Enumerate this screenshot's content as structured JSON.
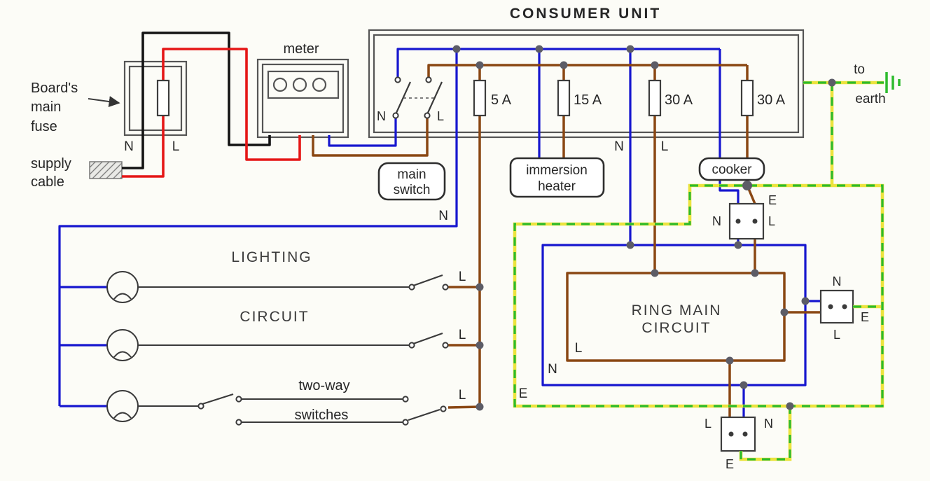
{
  "diagram_title": "CONSUMER UNIT",
  "supply": {
    "board_fuse": [
      "Board's",
      "main",
      "fuse"
    ],
    "cable": [
      "supply",
      "cable"
    ],
    "n": "N",
    "l": "L",
    "meter": "meter"
  },
  "unit": {
    "switch_n": "N",
    "switch_l": "L",
    "fuses": [
      "5 A",
      "15 A",
      "30 A",
      "30 A"
    ],
    "tag_main_switch": [
      "main",
      "switch"
    ],
    "tag_immersion": [
      "immersion",
      "heater"
    ],
    "tag_cooker": "cooker",
    "feed_n": "N",
    "feed_l": "L",
    "lighting_n": "N"
  },
  "earth": {
    "to": "to",
    "earth": "earth"
  },
  "lighting": {
    "title": [
      "LIGHTING",
      "CIRCUIT"
    ],
    "two_way": [
      "two-way",
      "switches"
    ],
    "l": [
      "L",
      "L",
      "L"
    ]
  },
  "ring": {
    "title": [
      "RING MAIN",
      "CIRCUIT"
    ],
    "l": "L",
    "n": "N",
    "e": "E",
    "socket_top": {
      "e": "E",
      "n": "N",
      "l": "L"
    },
    "socket_right": {
      "n": "N",
      "e": "E",
      "l": "L"
    },
    "socket_bottom": {
      "l": "L",
      "n": "N",
      "e": "E"
    }
  },
  "colors": {
    "live": "#8a4713",
    "neutral": "#1616cf",
    "supply_live": "#e51616",
    "supply_neutral": "#131313",
    "earth_green": "#2dbb2d",
    "earth_yellow": "#ece33e",
    "outline": "#555555",
    "text": "#262626"
  }
}
